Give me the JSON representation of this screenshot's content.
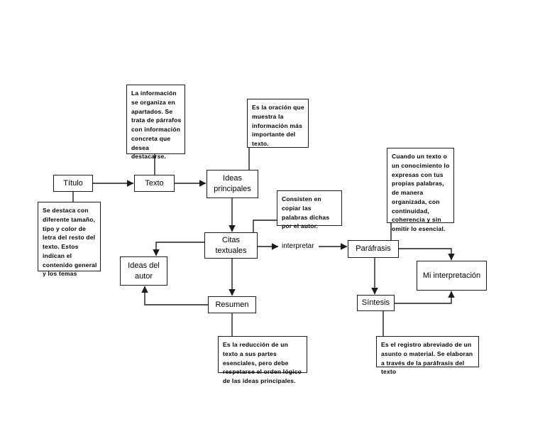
{
  "diagram": {
    "colors": {
      "background": "#ffffff",
      "line": "#1c1c1c",
      "text": "#000000"
    },
    "nodes": {
      "titulo": {
        "label": "Título"
      },
      "texto": {
        "label": "Texto"
      },
      "ideas_principales": {
        "label": "Ideas principales"
      },
      "citas_textuales": {
        "label": "Citas textuales"
      },
      "parafrasis": {
        "label": "Paráfrasis"
      },
      "ideas_del_autor": {
        "label": "Ideas del autor"
      },
      "mi_interpretacion": {
        "label": "Mi interpretación"
      },
      "resumen": {
        "label": "Resumen"
      },
      "sintesis": {
        "label": "Síntesis"
      }
    },
    "edge_labels": {
      "interpretar": "interpretar"
    },
    "annotations": {
      "organizacion": {
        "text": "La información se organiza en apartados. Se trata de párrafos con información concreta que desea destacarse."
      },
      "oracion_principal": {
        "text": "Es la oración que muestra la información más importante del texto."
      },
      "parafrasis_def": {
        "text": "Cuando un texto o un conocimiento lo expresas con tus propias palabras, de manera organizada, con continuidad, coherencia y sin omitir lo esencial."
      },
      "titulo_def": {
        "text": "Se destaca con diferente tamaño, tipo y color de letra del resto del texto. Estos indican el contenido general y los temas"
      },
      "citas_def": {
        "text": "Consisten en copiar las palabras dichas por el autor."
      },
      "resumen_def": {
        "text": "Es la reducción de un texto a sus partes esenciales, pero debe respetarse el orden lógico de las ideas principales."
      },
      "sintesis_def": {
        "text": "Es el registro abreviado de un asunto o material. Se elaboran a través de la paráfrasis del texto"
      }
    }
  }
}
